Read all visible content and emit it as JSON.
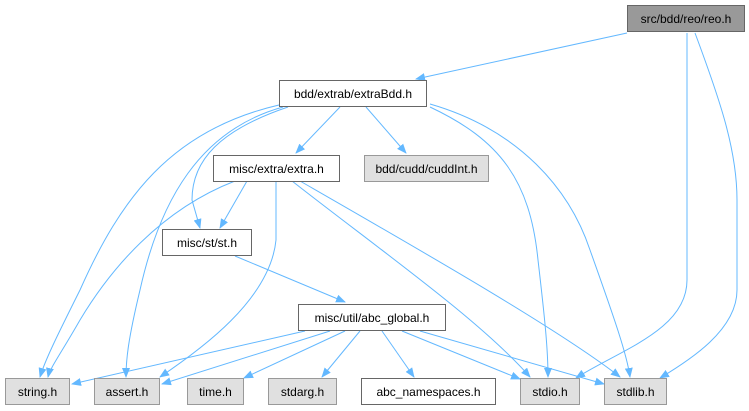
{
  "graph": {
    "root": "src/bdd/reo/reo.h",
    "nodes": {
      "reo": "src/bdd/reo/reo.h",
      "extraBdd": "bdd/extrab/extraBdd.h",
      "extra": "misc/extra/extra.h",
      "cuddInt": "bdd/cudd/cuddInt.h",
      "st": "misc/st/st.h",
      "abc_global": "misc/util/abc_global.h",
      "string": "string.h",
      "assert": "assert.h",
      "time": "time.h",
      "stdarg": "stdarg.h",
      "abc_namespaces": "abc_namespaces.h",
      "stdio": "stdio.h",
      "stdlib": "stdlib.h"
    },
    "edges": [
      [
        "reo",
        "extraBdd"
      ],
      [
        "reo",
        "stdio"
      ],
      [
        "reo",
        "stdlib"
      ],
      [
        "extraBdd",
        "extra"
      ],
      [
        "extraBdd",
        "cuddInt"
      ],
      [
        "extraBdd",
        "string"
      ],
      [
        "extraBdd",
        "assert"
      ],
      [
        "extraBdd",
        "st"
      ],
      [
        "extraBdd",
        "stdio"
      ],
      [
        "extraBdd",
        "stdlib"
      ],
      [
        "extra",
        "st"
      ],
      [
        "extra",
        "string"
      ],
      [
        "extra",
        "assert"
      ],
      [
        "extra",
        "stdio"
      ],
      [
        "extra",
        "stdlib"
      ],
      [
        "st",
        "abc_global"
      ],
      [
        "abc_global",
        "string"
      ],
      [
        "abc_global",
        "assert"
      ],
      [
        "abc_global",
        "time"
      ],
      [
        "abc_global",
        "stdarg"
      ],
      [
        "abc_global",
        "abc_namespaces"
      ],
      [
        "abc_global",
        "stdio"
      ],
      [
        "abc_global",
        "stdlib"
      ]
    ],
    "colors": {
      "edge": "#63b8ff",
      "root_fill": "#999999",
      "external_fill": "#e0e0e0"
    }
  }
}
